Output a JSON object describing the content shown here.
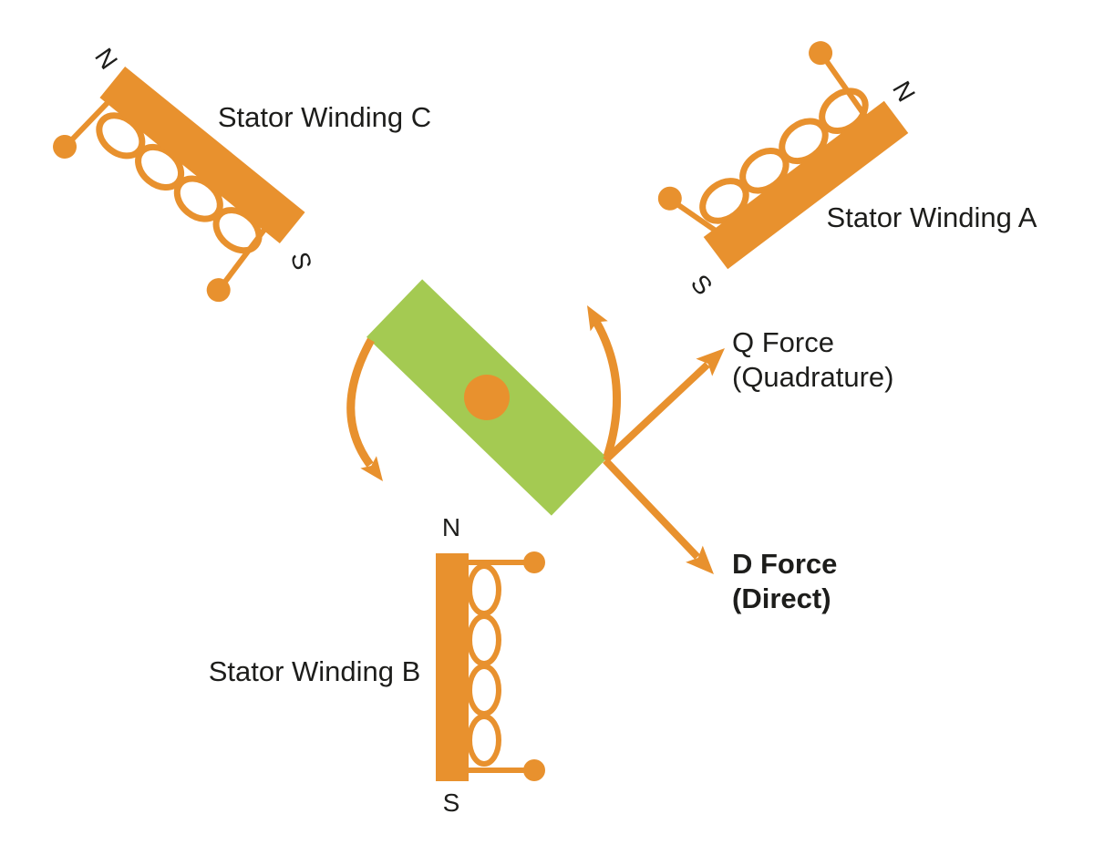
{
  "colors": {
    "orange": "#E8912E",
    "green": "#A4CA52",
    "text": "#1D1D1B",
    "background": "#FFFFFF"
  },
  "windings": {
    "a": {
      "label": "Stator Winding A",
      "north": "N",
      "south": "S"
    },
    "b": {
      "label": "Stator Winding B",
      "north": "N",
      "south": "S"
    },
    "c": {
      "label": "Stator Winding C",
      "north": "N",
      "south": "S"
    }
  },
  "forces": {
    "q": {
      "line1": "Q Force",
      "line2": "(Quadrature)"
    },
    "d": {
      "line1": "D Force",
      "line2": "(Direct)"
    }
  }
}
